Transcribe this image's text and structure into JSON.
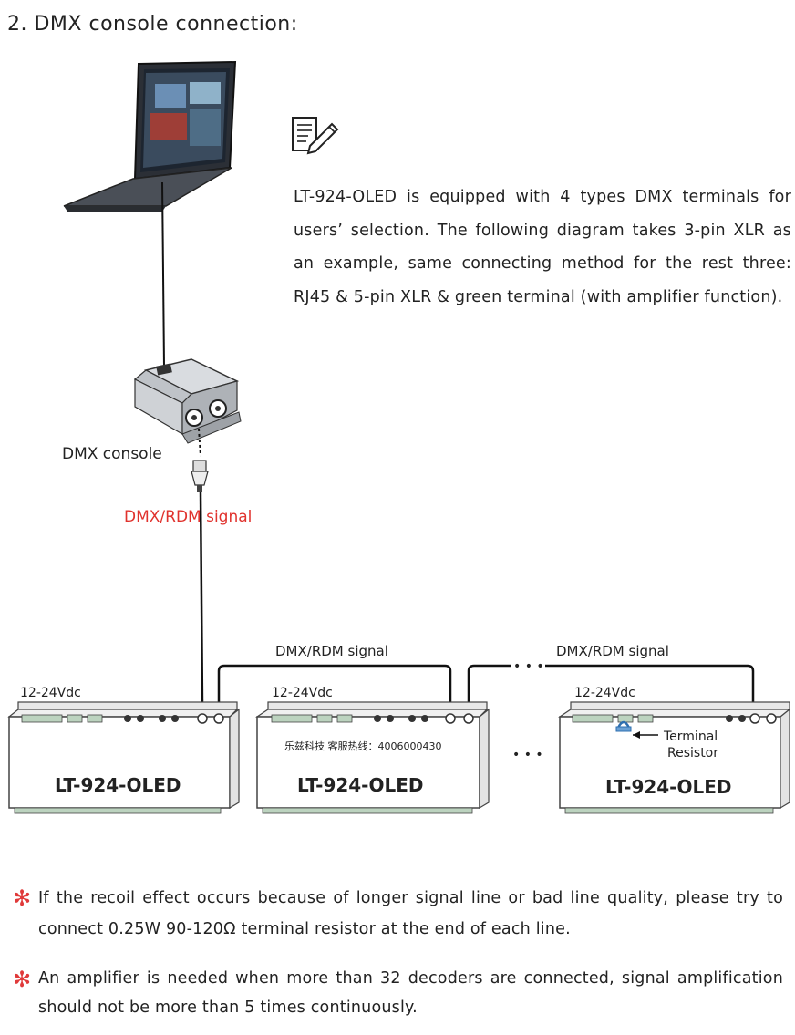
{
  "heading": "2. DMX console connection:",
  "intro_text": "LT-924-OLED is equipped with 4 types DMX terminals for users’ selection. The following diagram takes 3-pin XLR as an example, same connecting method for the rest three: RJ45 & 5-pin XLR  & green terminal (with amplifier function).",
  "diagram": {
    "console_label": "DMX console",
    "signal_label_red": "DMX/RDM signal",
    "signal_label_1": "DMX/RDM signal",
    "signal_label_2": "DMX/RDM signal",
    "ellipsis_top": "• • •",
    "ellipsis_mid": "• • •",
    "decoders": [
      {
        "voltage": "12-24Vdc",
        "model": "LT-924-OLED"
      },
      {
        "voltage": "12-24Vdc",
        "model": "LT-924-OLED",
        "watermark": "乐兹科技 客服热线：4006000430"
      },
      {
        "voltage": "12-24Vdc",
        "model": "LT-924-OLED"
      }
    ],
    "terminal_resistor": [
      "Terminal",
      "Resistor"
    ]
  },
  "notes": [
    "If the recoil effect occurs because of longer signal line or bad line quality, please try to connect 0.25W 90-120Ω terminal resistor at the end of each line.",
    "An amplifier is needed when more than 32 decoders are connected, signal amplification should not be more than 5 times continuously."
  ],
  "colors": {
    "red_label": "#e0322d",
    "note_star": "#e03a3a",
    "text": "#222222"
  },
  "icons": [
    "note-pencil-icon",
    "laptop-icon",
    "dmx-console-icon",
    "xlr-plug-icon",
    "terminal-resistor-icon",
    "asterisk-icon"
  ]
}
